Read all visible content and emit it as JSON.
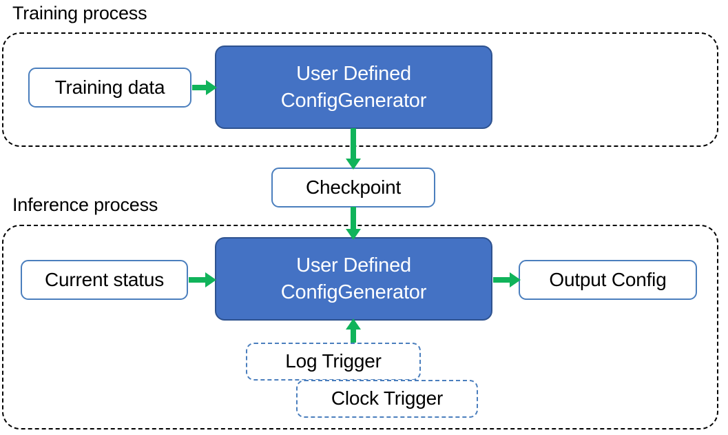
{
  "diagram": {
    "title_training": "Training process",
    "title_inference": "Inference process",
    "nodes": {
      "training_data": "Training data",
      "user_defined_config_generator_line1": "User Defined",
      "user_defined_config_generator_line2": "ConfigGenerator",
      "checkpoint": "Checkpoint",
      "current_status": "Current status",
      "output_config": "Output Config",
      "log_trigger": "Log Trigger",
      "clock_trigger": "Clock Trigger"
    },
    "colors": {
      "process_fill": "#4472C4",
      "process_stroke": "#2E528F",
      "box_stroke": "#4A7EBD",
      "arrow_green": "#10B35A",
      "container_dash": "#000000",
      "text_dark": "#000000",
      "text_light": "#FFFFFF",
      "background": "#FFFFFF"
    }
  }
}
